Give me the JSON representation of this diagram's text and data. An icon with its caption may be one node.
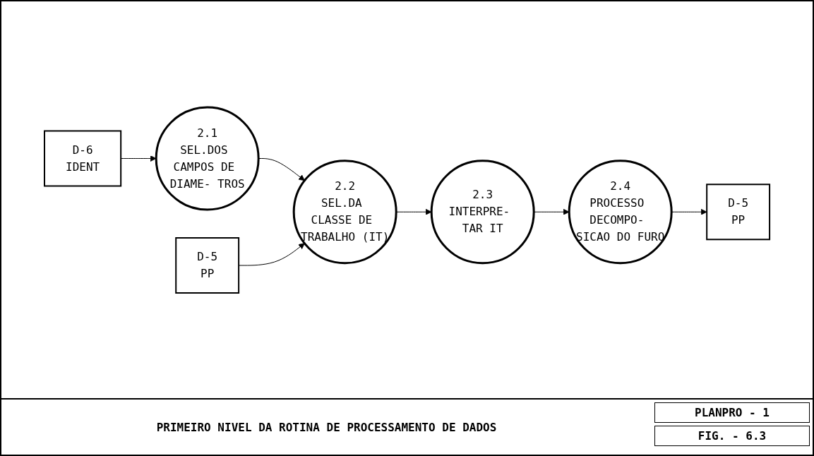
{
  "diagram": {
    "caption": "PRIMEIRO NIVEL DA ROTINA DE PROCESSAMENTO DE DADOS",
    "nodes": [
      {
        "text": [
          "D-6",
          "IDENT"
        ]
      },
      {
        "text": [
          "2.1",
          "SEL.DOS CAMPOS DE DIAME- TROS"
        ]
      },
      {
        "text": [
          "2.2",
          "SEL.DA CLASSE DE TRABALHO (IT)"
        ]
      },
      {
        "text": [
          "D-5",
          "PP"
        ]
      },
      {
        "text": [
          "2.3",
          "INTERPRE- TAR IT"
        ]
      },
      {
        "text": [
          "2.4",
          "PROCESSO DECOMPO- SICAO DO FURO"
        ]
      },
      {
        "text": [
          "D-5",
          "PP"
        ]
      }
    ],
    "edges": [
      {
        "from": 0,
        "to": 1,
        "arrow": "to"
      },
      {
        "from": 1,
        "to": 2,
        "arrow": "to"
      },
      {
        "from": 3,
        "to": 2,
        "arrow": "to"
      },
      {
        "from": 2,
        "to": 4,
        "arrow": "to"
      },
      {
        "from": 4,
        "to": 5,
        "arrow": "to"
      },
      {
        "from": 5,
        "to": 6,
        "arrow": "to"
      }
    ],
    "labels": [
      "PLANPRO - 1",
      "FIG. - 6.3"
    ]
  }
}
